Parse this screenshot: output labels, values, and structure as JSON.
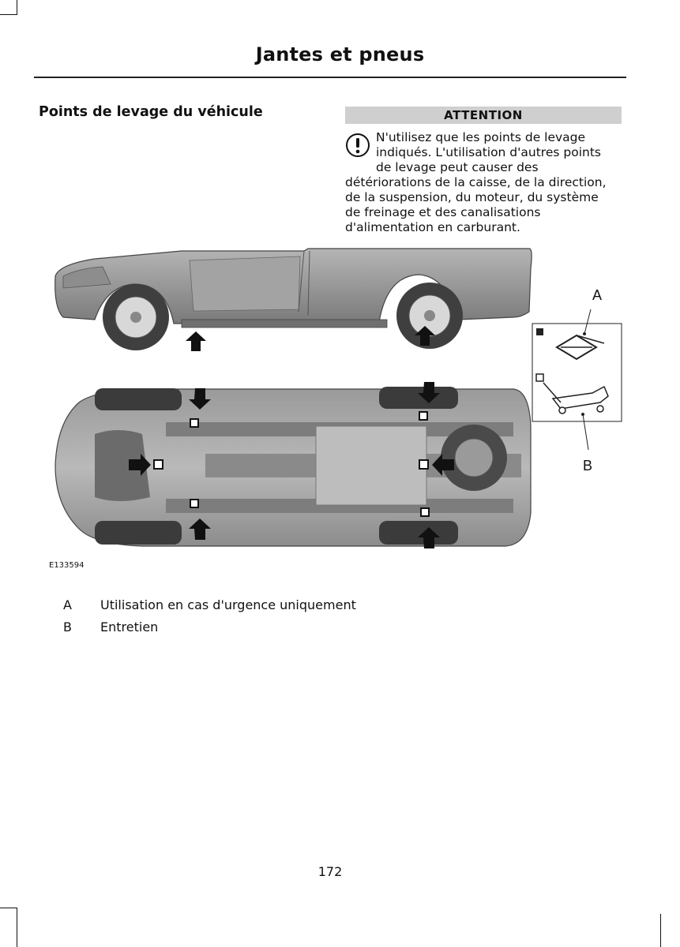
{
  "header": {
    "title": "Jantes et pneus"
  },
  "section": {
    "heading": "Points de levage du véhicule"
  },
  "warning": {
    "label": "ATTENTION",
    "lines": [
      "N'utilisez que les points de levage",
      "indiqués. L'utilisation d'autres points",
      "de levage peut causer des",
      "détériorations de la caisse, de la direction,",
      "de la suspension, du moteur, du système",
      "de freinage et des canalisations",
      "d'alimentation en carburant."
    ]
  },
  "figure": {
    "id": "E133594",
    "callouts": {
      "a": "A",
      "b": "B"
    }
  },
  "legend": [
    {
      "key": "A",
      "text": "Utilisation en cas d'urgence uniquement"
    },
    {
      "key": "B",
      "text": "Entretien"
    }
  ],
  "footer": {
    "page_number": "172"
  }
}
